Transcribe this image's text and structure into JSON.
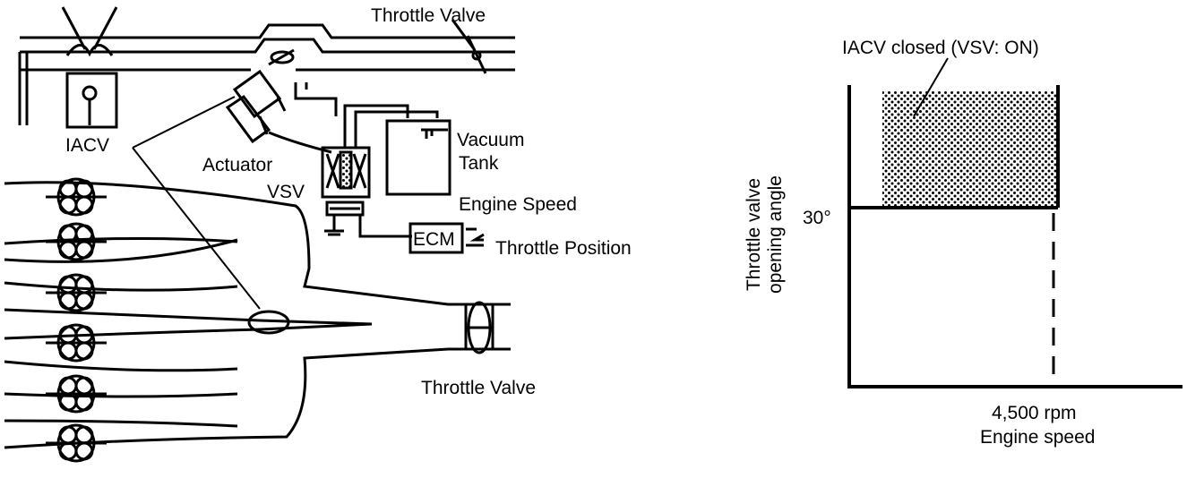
{
  "diagram": {
    "labels": {
      "throttle_valve_top": "Throttle Valve",
      "iacv": "IACV",
      "actuator": "Actuator",
      "vsv": "VSV",
      "vacuum": "Vacuum",
      "tank": "Tank",
      "engine_speed": "Engine Speed",
      "ecm": "ECM",
      "throttle_position": "Throttle Position",
      "throttle_valve_bottom": "Throttle Valve"
    }
  },
  "graph": {
    "region_label": "IACV closed (VSV: ON)",
    "y_tick": "30°",
    "y_label_line1": "Throttle valve",
    "y_label_line2": "opening angle",
    "x_tick": "4,500 rpm",
    "x_label": "Engine speed",
    "colors": {
      "ink": "#000000",
      "stipple": "#000000",
      "background": "#ffffff"
    }
  }
}
